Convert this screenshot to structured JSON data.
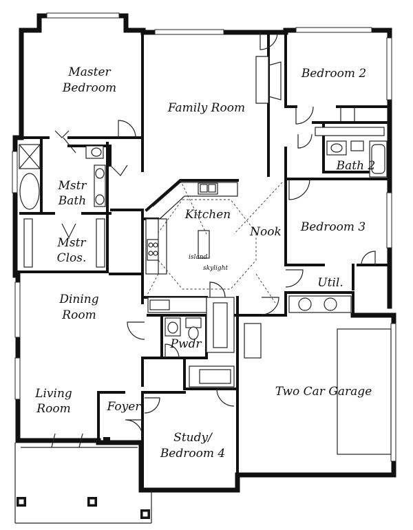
{
  "rooms": [
    {
      "id": "master-bedroom",
      "lines": [
        "Master",
        "Bedroom"
      ]
    },
    {
      "id": "family-room",
      "lines": [
        "Family Room"
      ]
    },
    {
      "id": "bedroom-2",
      "lines": [
        "Bedroom 2"
      ]
    },
    {
      "id": "bath-2",
      "lines": [
        "Bath 2"
      ]
    },
    {
      "id": "mstr-bath",
      "lines": [
        "Mstr",
        "Bath"
      ]
    },
    {
      "id": "kitchen",
      "lines": [
        "Kitchen"
      ]
    },
    {
      "id": "nook",
      "lines": [
        "Nook"
      ]
    },
    {
      "id": "bedroom-3",
      "lines": [
        "Bedroom 3"
      ]
    },
    {
      "id": "mstr-clos",
      "lines": [
        "Mstr",
        "Clos."
      ]
    },
    {
      "id": "util",
      "lines": [
        "Util."
      ]
    },
    {
      "id": "dining-room",
      "lines": [
        "Dining",
        "Room"
      ]
    },
    {
      "id": "pwdr",
      "lines": [
        "Pwdr"
      ]
    },
    {
      "id": "two-car-garage",
      "lines": [
        "Two Car Garage"
      ]
    },
    {
      "id": "living-room",
      "lines": [
        "Living",
        "Room"
      ]
    },
    {
      "id": "foyer",
      "lines": [
        "Foyer"
      ]
    },
    {
      "id": "study-bedroom-4",
      "lines": [
        "Study/",
        "Bedroom 4"
      ]
    }
  ],
  "annotations": {
    "island": "island",
    "skylight": "skylight"
  }
}
